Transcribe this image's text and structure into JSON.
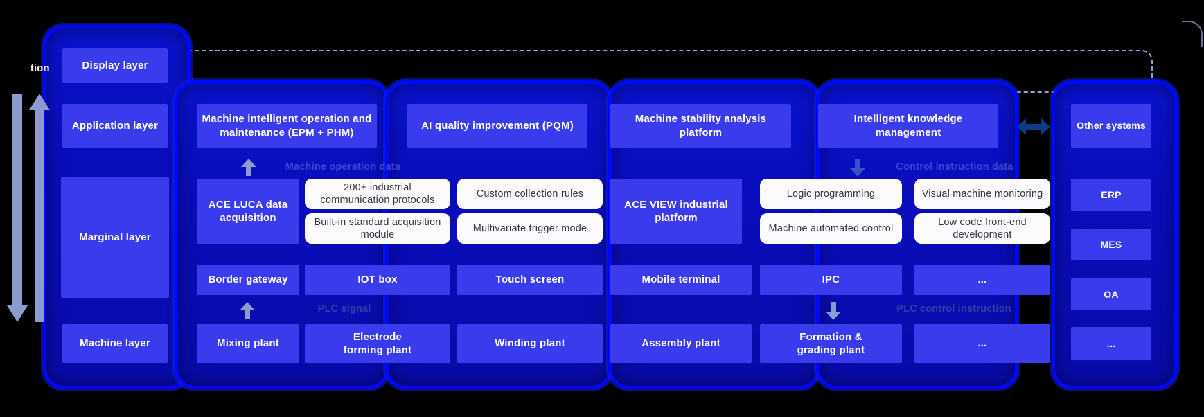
{
  "colors": {
    "box_blue": "#3b3bee",
    "white_box": "#fbfbfd",
    "outline_blue": "#0107f8",
    "container_blue": "#0a10c4",
    "dash_blue": "#8fa3d9",
    "flow_label_blue": "#3448cf",
    "flow_label_dim": "#2e3fa6",
    "arrow_gray_blue": "#8c9cce",
    "dbl_arrow_navy": "#0d3a85"
  },
  "clipped_label": "tion",
  "layer_labels": [
    "Display layer",
    "Application layer",
    "Marginal layer",
    "Machine layer"
  ],
  "application_platforms": [
    "Machine intelligent operation and maintenance (EPM + PHM)",
    "AI quality improvement (PQM)",
    "Machine stability analysis platform",
    "Intelligent knowledge management"
  ],
  "edge_platforms": {
    "ace_luca": "ACE LUCA data acquisition",
    "ace_view": "ACE VIEW industrial platform"
  },
  "capabilities": [
    "200+ industrial communication protocols",
    "Built-in standard acquisition module",
    "Custom collection rules",
    "Multivariate trigger mode",
    "Logic programming",
    "Machine automated control",
    "Visual machine monitoring",
    "Low code front-end development"
  ],
  "devices": [
    "Border gateway",
    "IOT box",
    "Touch screen",
    "Mobile terminal",
    "IPC",
    "..."
  ],
  "plants": [
    "Mixing plant",
    "Electrode forming plant",
    "Winding plant",
    "Assembly plant",
    "Formation & grading plant",
    "..."
  ],
  "external_systems": [
    "Other systems",
    "ERP",
    "MES",
    "OA",
    "..."
  ],
  "flow_labels": {
    "machine_operation_data": "Machine operation data",
    "control_instruction_data": "Control instruction data",
    "plc_signal": "PLC signal",
    "plc_control_instruction": "PLC control instruction"
  }
}
